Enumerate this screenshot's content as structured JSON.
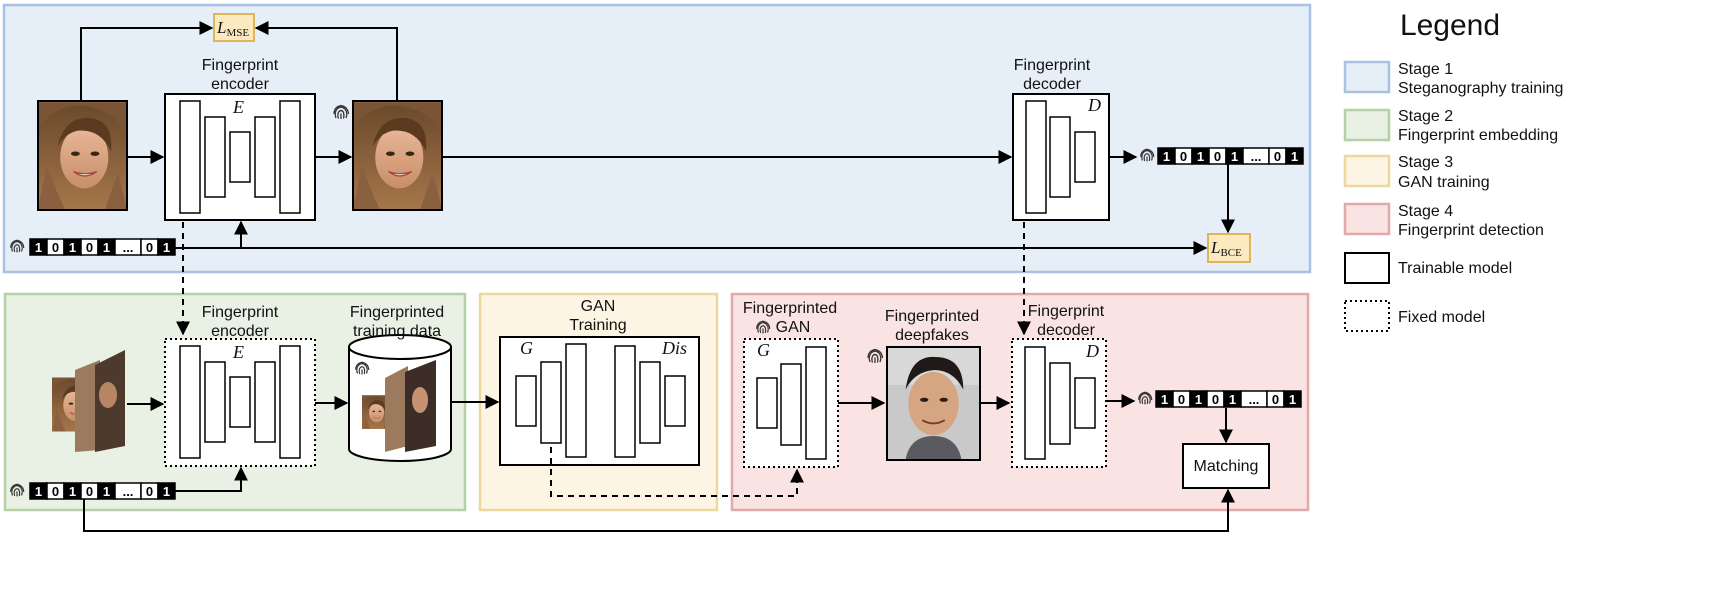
{
  "stage1": {
    "encoder_label_1": "Fingerprint",
    "encoder_label_2": "encoder",
    "encoder_symbol": "E",
    "decoder_label_1": "Fingerprint",
    "decoder_label_2": "decoder",
    "decoder_symbol": "D",
    "loss_mse": "L",
    "loss_mse_sub": "MSE",
    "loss_bce": "L",
    "loss_bce_sub": "BCE"
  },
  "stage2": {
    "encoder_label_1": "Fingerprint",
    "encoder_label_2": "encoder",
    "encoder_symbol": "E",
    "data_label_1": "Fingerprinted",
    "data_label_2": "training data"
  },
  "stage3": {
    "title_1": "GAN",
    "title_2": "Training",
    "generator_symbol": "G",
    "discriminator_symbol": "Dis"
  },
  "stage4": {
    "gan_label_1": "Fingerprinted",
    "gan_label_2": "GAN",
    "generator_symbol": "G",
    "deepfakes_label_1": "Fingerprinted",
    "deepfakes_label_2": "deepfakes",
    "decoder_label_1": "Fingerprint",
    "decoder_label_2": "decoder",
    "decoder_symbol": "D",
    "matching_label": "Matching"
  },
  "bit_string": [
    "1",
    "0",
    "1",
    "0",
    "1",
    "...",
    "0",
    "1"
  ],
  "legend": {
    "title": "Legend",
    "items": [
      {
        "line1": "Stage 1",
        "line2": "Steganography training",
        "fill": "#e6eef8",
        "stroke": "#a9c1e2"
      },
      {
        "line1": "Stage 2",
        "line2": "Fingerprint embedding",
        "fill": "#e8f1e4",
        "stroke": "#b4d1a6"
      },
      {
        "line1": "Stage 3",
        "line2": "GAN training",
        "fill": "#fdf5e3",
        "stroke": "#ecd79f"
      },
      {
        "line1": "Stage 4",
        "line2": "Fingerprint detection",
        "fill": "#f9e3e3",
        "stroke": "#e2a9a9"
      },
      {
        "line1": "Trainable model",
        "line2": ""
      },
      {
        "line1": "Fixed model",
        "line2": ""
      }
    ]
  },
  "colors": {
    "stage1_bg": "#e6eef8",
    "stage1_border": "#a9c1e2",
    "stage2_bg": "#e8f1e4",
    "stage2_border": "#b4d1a6",
    "stage3_bg": "#fdf5e3",
    "stage3_border": "#ecd79f",
    "stage4_bg": "#f9e3e3",
    "stage4_border": "#e2a9a9",
    "loss_box_bg": "#fde9bf",
    "loss_box_border": "#e0b45a"
  }
}
